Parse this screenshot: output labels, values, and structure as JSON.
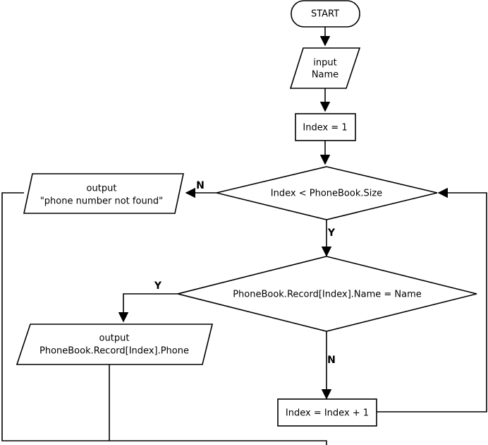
{
  "nodes": {
    "start": {
      "text": "START"
    },
    "input_name": {
      "line1": "input",
      "line2": "Name"
    },
    "init_index": {
      "text": "Index = 1"
    },
    "loop_check": {
      "text": "Index < PhoneBook.Size"
    },
    "not_found": {
      "line1": "output",
      "line2": "\"phone number not found\""
    },
    "name_check": {
      "text": "PhoneBook.Record[Index].Name = Name"
    },
    "output_phone": {
      "line1": "output",
      "line2": "PhoneBook.Record[Index].Phone"
    },
    "increment": {
      "text": "Index = Index + 1"
    }
  },
  "edge_labels": {
    "loop_no": "N",
    "loop_yes": "Y",
    "match_yes": "Y",
    "match_no": "N"
  }
}
